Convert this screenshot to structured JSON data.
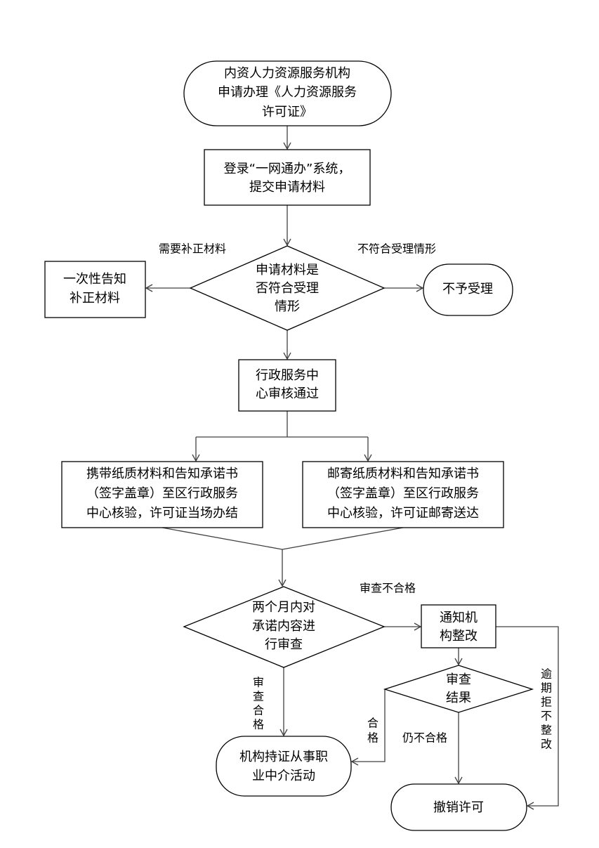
{
  "nodes": {
    "start": [
      "内资人力资源服务机构",
      "申请办理《人力资源服务",
      "许可证》"
    ],
    "submit": [
      "登录“一网通办”系统，",
      "提交申请材料"
    ],
    "check": [
      "申请材料是",
      "否符合受理",
      "情形"
    ],
    "supplement": [
      "一次性告知",
      "补正材料"
    ],
    "reject": [
      "不予受理"
    ],
    "center_review": [
      "行政服务中",
      "心审核通过"
    ],
    "onsite": [
      "携带纸质材料和告知承诺书",
      "（签字盖章）至区行政服务",
      "中心核验，许可证当场办结"
    ],
    "mail": [
      "邮寄纸质材料和告知承诺书",
      "（签字盖章）至区行政服务",
      "中心核验，许可证邮寄送达"
    ],
    "two_month_review": [
      "两个月内对",
      "承诺内容进",
      "行审查"
    ],
    "notify": [
      "通知机",
      "构整改"
    ],
    "review_result": [
      "审查",
      "结果"
    ],
    "operate": [
      "机构持证从事职",
      "业中介活动"
    ],
    "revoke": [
      "撤销许可"
    ]
  },
  "labels": {
    "need_supplement": "需要补正材料",
    "not_meet": "不符合受理情形",
    "review_fail": "审查不合格",
    "review_pass": [
      "审",
      "查",
      "合",
      "格"
    ],
    "pass": [
      "合",
      "格"
    ],
    "still_fail": "仍不合格",
    "overdue": [
      "逾",
      "期",
      "拒",
      "不",
      "整",
      "改"
    ]
  }
}
